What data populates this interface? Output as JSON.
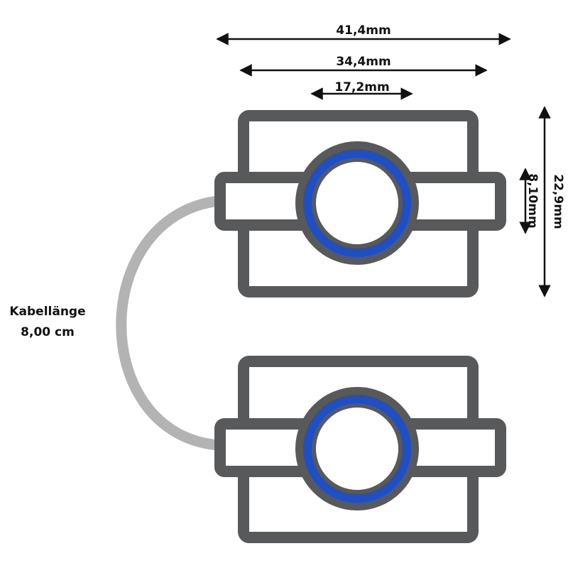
{
  "dimensions": {
    "total_width": "41,4mm",
    "inner_width": "34,4mm",
    "ring_width": "17,2mm",
    "total_height": "22,9mm",
    "band_height": "8,10mm"
  },
  "cable": {
    "label_line1": "Kabellänge",
    "label_line2": "8,00 cm"
  },
  "colors": {
    "frame": "#58595b",
    "frame_fill": "#ffffff",
    "ring": "#1f4fc2",
    "cable": "#b3b3b3",
    "arrow": "#111111"
  }
}
